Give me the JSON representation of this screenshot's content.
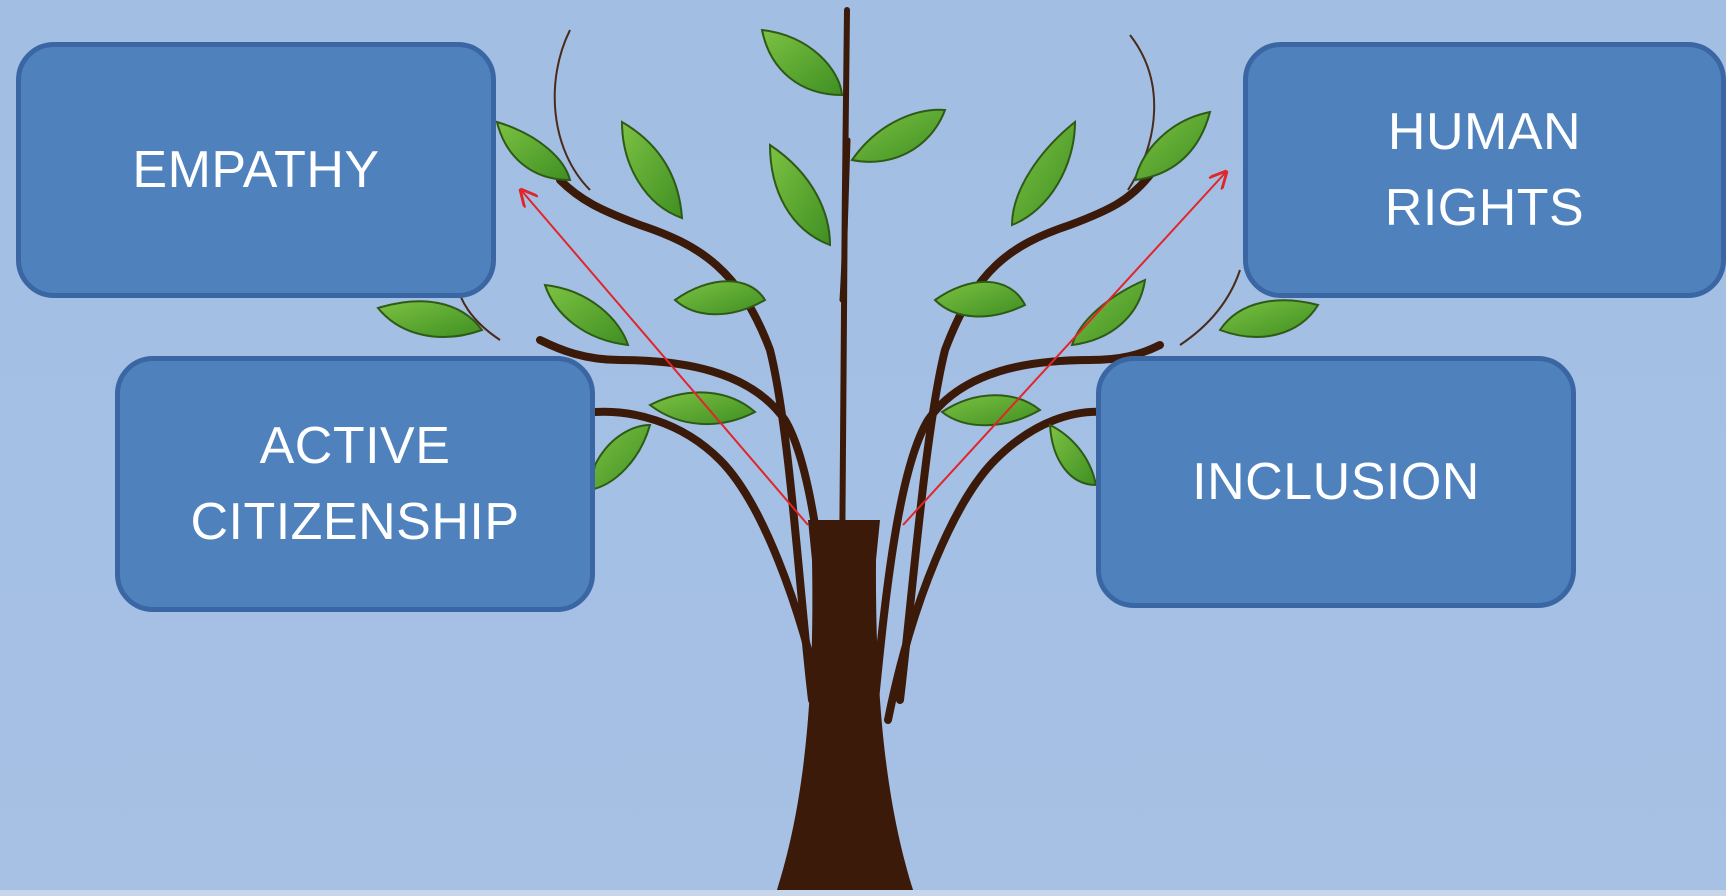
{
  "boxes": {
    "empathy": {
      "lines": [
        "EMPATHY"
      ]
    },
    "active_citizenship": {
      "lines": [
        "ACTIVE",
        "CITIZENSHIP"
      ]
    },
    "human_rights": {
      "lines": [
        "HUMAN",
        "RIGHTS"
      ]
    },
    "inclusion": {
      "lines": [
        "INCLUSION"
      ]
    }
  },
  "colors": {
    "background": "#a3bfe3",
    "box_fill": "#4f81bd",
    "box_border": "#3a67a3",
    "trunk": "#3b1a0a",
    "leaf": "#5aa832",
    "arrow": "#e0262a"
  }
}
